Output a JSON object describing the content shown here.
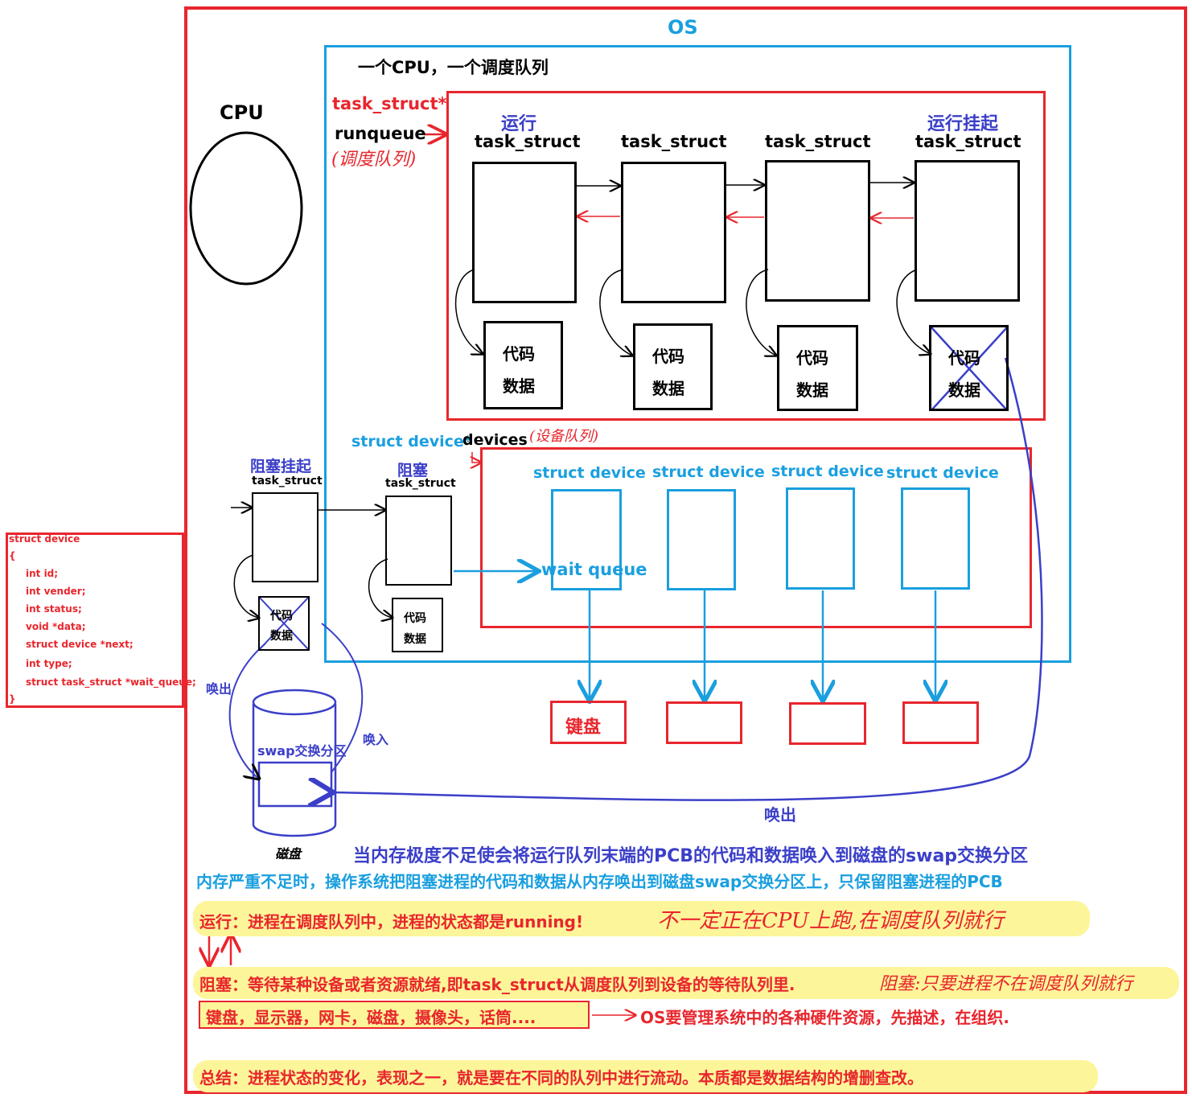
{
  "os": {
    "title": "OS",
    "queue_note": "一个CPU，一个调度队列"
  },
  "cpu": {
    "label": "CPU"
  },
  "runqueue": {
    "ptr_label": "task_struct*",
    "name": "runqueue",
    "name_note": "(调度队列)",
    "nodes": [
      {
        "state": "运行",
        "type": "task_struct"
      },
      {
        "state": "",
        "type": "task_struct"
      },
      {
        "state": "",
        "type": "task_struct"
      },
      {
        "state": "运行挂起",
        "type": "task_struct"
      }
    ],
    "code_line1": "代码",
    "code_line2": "数据"
  },
  "devices": {
    "ptr_label": "struct device*",
    "name": "devices",
    "name_note": "(设备队列)",
    "items": [
      "struct device",
      "struct device",
      "struct device",
      "struct device"
    ],
    "wait_queue": "wait queue",
    "hardware": [
      "键盘",
      "",
      "",
      ""
    ]
  },
  "blocked": {
    "nodes": [
      {
        "state": "阻塞挂起",
        "type": "task_struct"
      },
      {
        "state": "阻塞",
        "type": "task_struct"
      }
    ],
    "code_line1": "代码",
    "code_line2": "数据"
  },
  "struct_def": {
    "lines": [
      "struct device",
      "{",
      "int id;",
      "int vender;",
      "int status;",
      "void *data;",
      "struct device *next;",
      "int type;",
      "struct task_struct *wait_queue;",
      "}"
    ]
  },
  "swap": {
    "label": "swap交换分区",
    "disk": "磁盘",
    "swap_out_left": "唤出",
    "swap_in": "唤入",
    "swap_out_bottom": "唤出"
  },
  "notes": {
    "line1": "当内存极度不足使会将运行队列末端的PCB的代码和数据唤入到磁盘的swap交换分区",
    "line2": "内存严重不足时，操作系统把阻塞进程的代码和数据从内存唤出到磁盘swap交换分区上，只保留阻塞进程的PCB",
    "running": "运行：进程在调度队列中，进程的状态都是running!",
    "running_hand": "不一定正在CPU上跑,在调度队列就行",
    "blocked": "阻塞：等待某种设备或者资源就绪,即task_struct从调度队列到设备的等待队列里.",
    "blocked_hand": "阻塞:只要进程不在调度队列就行",
    "hardware_list": "键盘，显示器，网卡，磁盘，摄像头，话筒....",
    "manage": "OS要管理系统中的各种硬件资源，先描述，在组织.",
    "summary": "总结：进程状态的变化，表现之一，就是要在不同的队列中进行流动。本质都是数据结构的增删查改。"
  },
  "colors": {
    "red": "#e8262d",
    "blue": "#1a9fdf",
    "indigo": "#3b3fc8",
    "highlight": "#fdf59a"
  }
}
